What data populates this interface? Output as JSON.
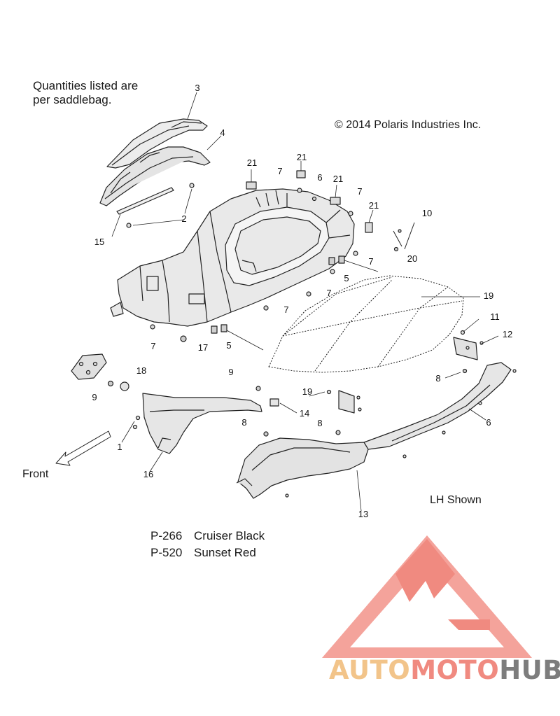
{
  "notes": {
    "quantities": "Quantities listed are\nper saddlebag.",
    "copyright": "© 2014 Polaris Industries Inc.",
    "front": "Front",
    "lh_shown": "LH Shown"
  },
  "color_codes": [
    {
      "code": "P-266",
      "name": "Cruiser Black"
    },
    {
      "code": "P-520",
      "name": "Sunset Red"
    }
  ],
  "callouts": [
    "3",
    "4",
    "21",
    "21",
    "7",
    "6",
    "21",
    "7",
    "21",
    "10",
    "2",
    "15",
    "7",
    "5",
    "20",
    "7",
    "7",
    "19",
    "11",
    "12",
    "7",
    "17",
    "5",
    "9",
    "18",
    "8",
    "19",
    "14",
    "6",
    "9",
    "8",
    "8",
    "1",
    "16",
    "13"
  ],
  "watermark": {
    "brand_parts": [
      "AUTO",
      "MOTO",
      "HUB"
    ],
    "colors": {
      "auto": "#f2c48a",
      "moto": "#f08a80",
      "hub": "#7d7d7d",
      "logo": "#f08a80"
    }
  }
}
